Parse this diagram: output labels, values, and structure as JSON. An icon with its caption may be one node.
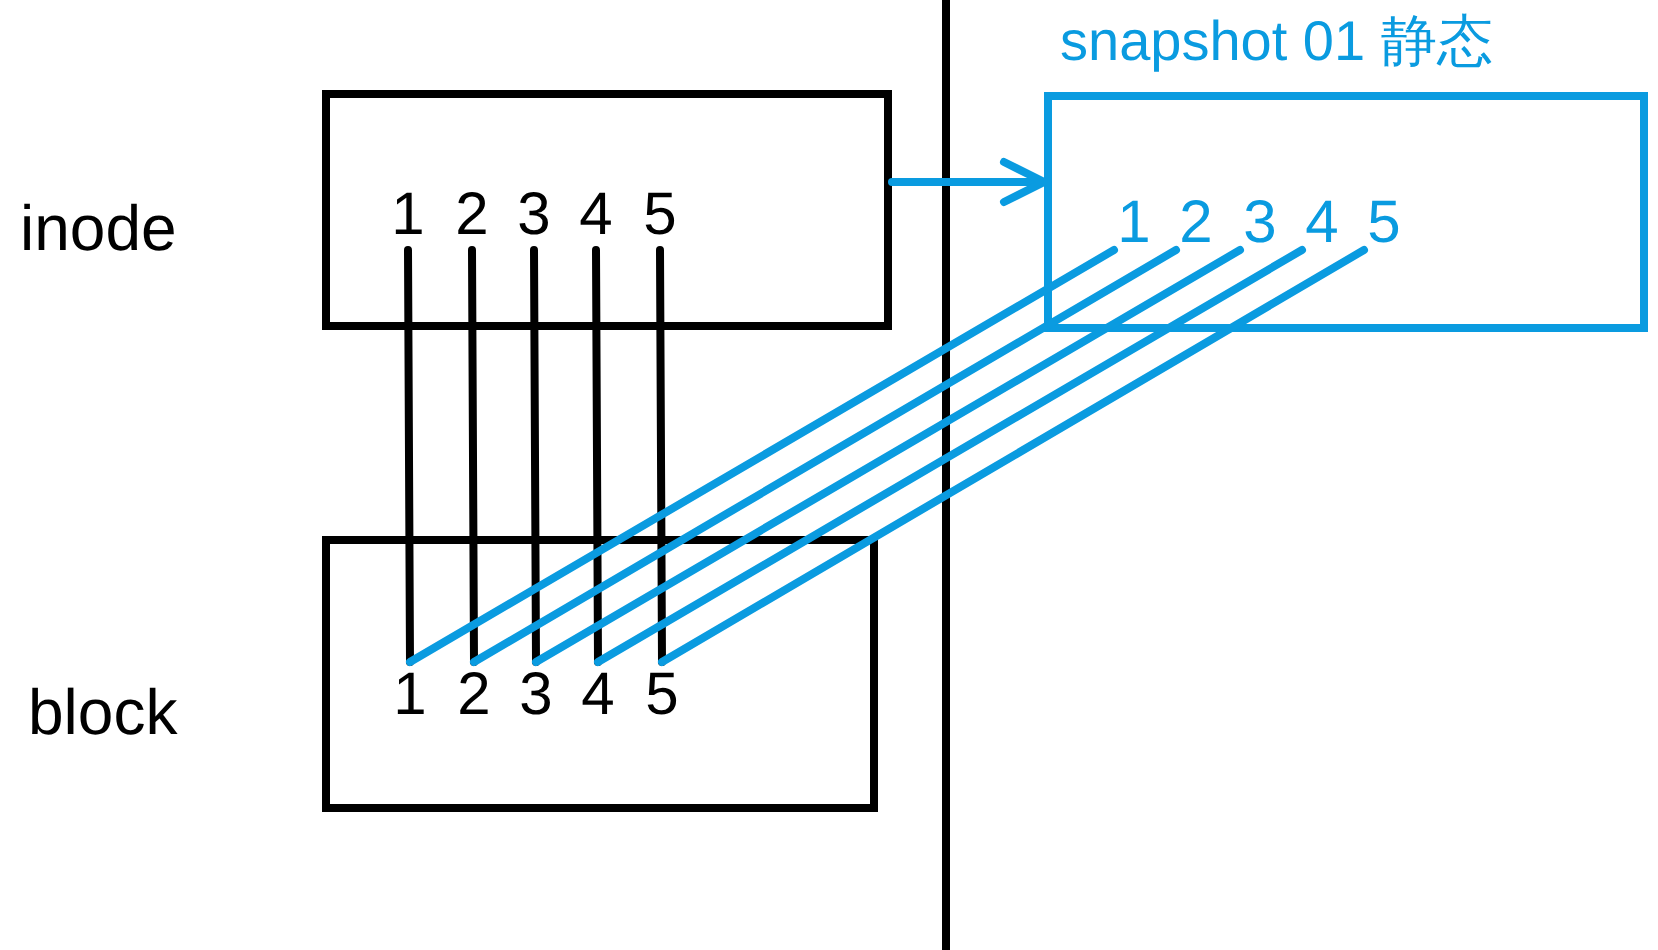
{
  "diagram": {
    "nodes": [
      {
        "text": [
          "inode"
        ]
      },
      {
        "text": [
          "1"
        ],
        "in": 0
      },
      {
        "text": [
          "2"
        ],
        "in": 0
      },
      {
        "text": [
          "3"
        ],
        "in": 0
      },
      {
        "text": [
          "4"
        ],
        "in": 0
      },
      {
        "text": [
          "5"
        ],
        "in": 0
      },
      {
        "text": [
          "block"
        ]
      },
      {
        "text": [
          "1"
        ],
        "in": 6
      },
      {
        "text": [
          "2"
        ],
        "in": 6
      },
      {
        "text": [
          "3"
        ],
        "in": 6
      },
      {
        "text": [
          "4"
        ],
        "in": 6
      },
      {
        "text": [
          "5"
        ],
        "in": 6
      },
      {
        "text": [
          "snapshot 01 静态"
        ]
      },
      {
        "text": [
          "1"
        ],
        "in": 12
      },
      {
        "text": [
          "2"
        ],
        "in": 12
      },
      {
        "text": [
          "3"
        ],
        "in": 12
      },
      {
        "text": [
          "4"
        ],
        "in": 12
      },
      {
        "text": [
          "5"
        ],
        "in": 12
      }
    ],
    "edges": [
      {
        "from": 1,
        "to": 7,
        "arrow": "none",
        "color": "#000000"
      },
      {
        "from": 2,
        "to": 8,
        "arrow": "none",
        "color": "#000000"
      },
      {
        "from": 3,
        "to": 9,
        "arrow": "none",
        "color": "#000000"
      },
      {
        "from": 4,
        "to": 10,
        "arrow": "none",
        "color": "#000000"
      },
      {
        "from": 5,
        "to": 11,
        "arrow": "none",
        "color": "#000000"
      },
      {
        "from": 0,
        "to": 12,
        "arrow": "to"
      },
      {
        "from": 13,
        "to": 7,
        "arrow": "none"
      },
      {
        "from": 14,
        "to": 8,
        "arrow": "none"
      },
      {
        "from": 15,
        "to": 9,
        "arrow": "none"
      },
      {
        "from": 16,
        "to": 10,
        "arrow": "none"
      },
      {
        "from": 17,
        "to": 11,
        "arrow": "none"
      }
    ]
  }
}
